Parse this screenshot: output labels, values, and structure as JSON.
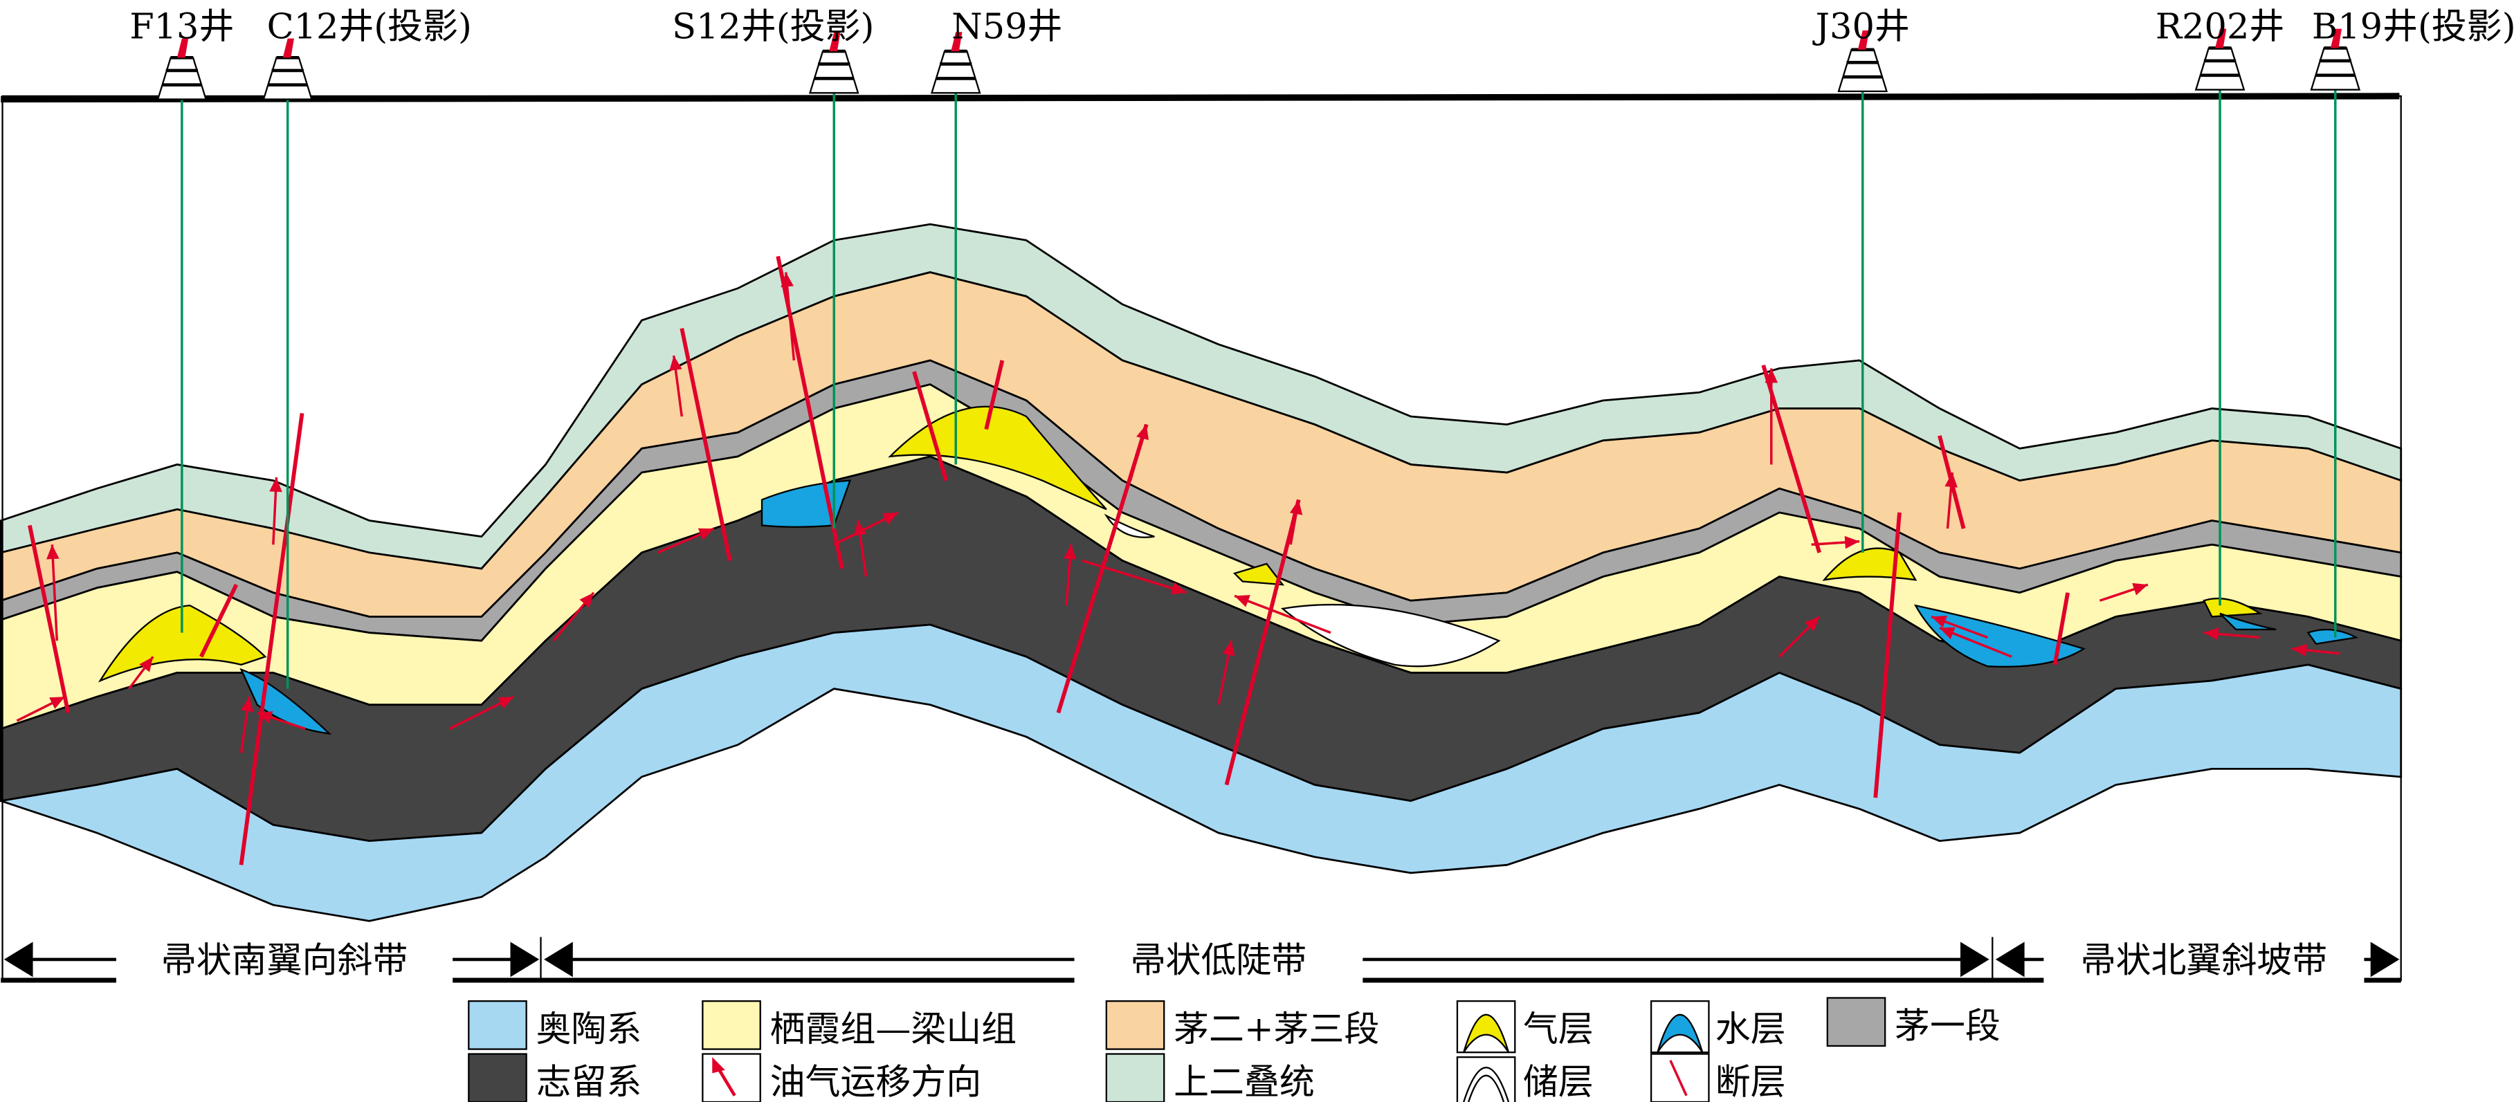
{
  "wells": [
    {
      "name": "F13井"
    },
    {
      "name": "C12井(投影)"
    },
    {
      "name": "S12井(投影)"
    },
    {
      "name": "N59井"
    },
    {
      "name": "J30井"
    },
    {
      "name": "R202井"
    },
    {
      "name": "B19井(投影)"
    }
  ],
  "zones": [
    "帚状南翼向斜带",
    "帚状低陡带",
    "帚状北翼斜坡带"
  ],
  "legend": [
    {
      "label": "奥陶系",
      "color": "#a6d8f2"
    },
    {
      "label": "栖霞组—梁山组",
      "color": "#fff7b4"
    },
    {
      "label": "茅二+茅三段",
      "color": "#f9d3a0"
    },
    {
      "label": "气层",
      "color": "#f2ea00"
    },
    {
      "label": "水层",
      "color": "#18a4e0"
    },
    {
      "label": "茅一段",
      "color": "#a7a7a7"
    },
    {
      "label": "志留系",
      "color": "#444444"
    },
    {
      "label": "油气运移方向",
      "color": "#e0002a"
    },
    {
      "label": "上二叠统",
      "color": "#cde5d6"
    },
    {
      "label": "储层",
      "color": "#ffffff"
    },
    {
      "label": "断层",
      "color": "#e0002a"
    }
  ]
}
